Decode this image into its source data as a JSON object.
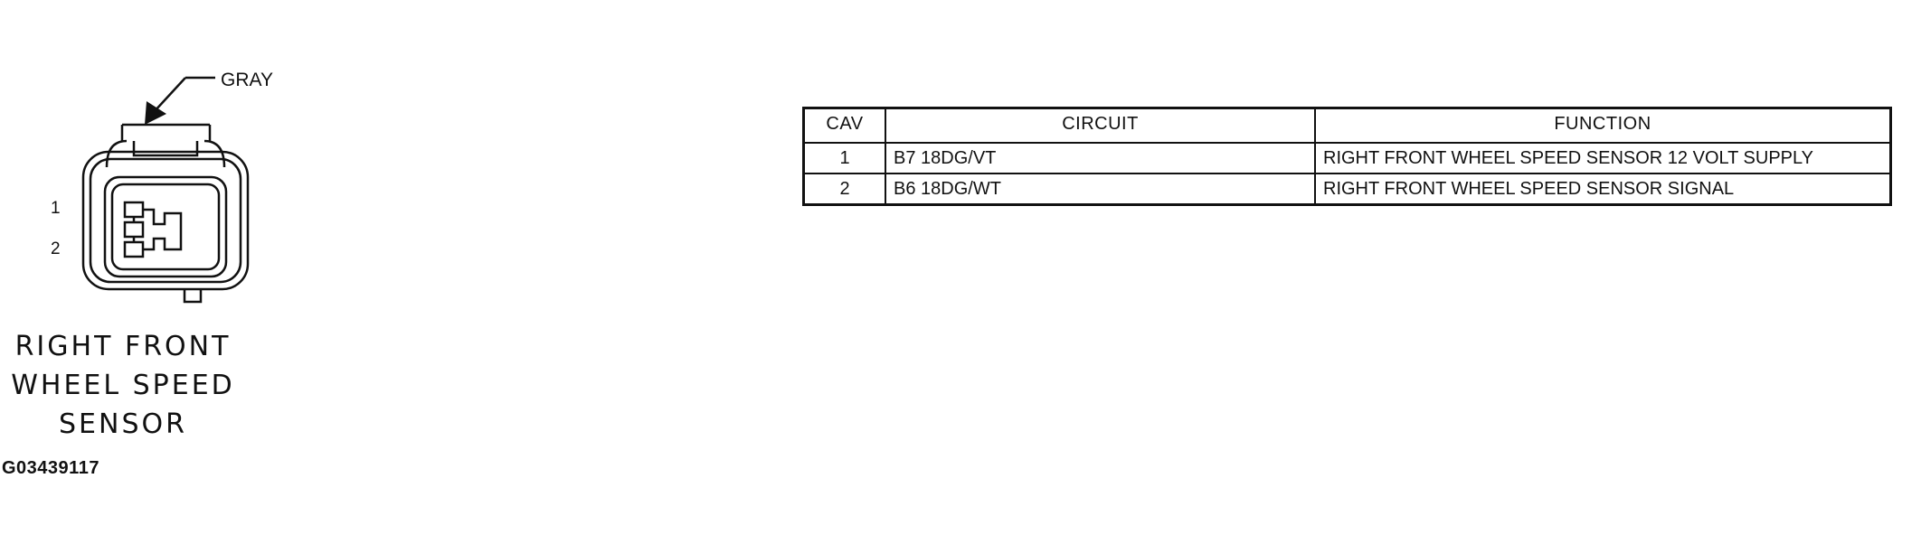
{
  "connector": {
    "color_label": "GRAY",
    "pin_labels": [
      "1",
      "2"
    ],
    "title_lines": [
      "RIGHT FRONT",
      "WHEEL SPEED",
      "SENSOR"
    ],
    "figure_code": "G03439117"
  },
  "table": {
    "headers": [
      "CAV",
      "CIRCUIT",
      "FUNCTION"
    ],
    "rows": [
      {
        "cav": "1",
        "circuit": "B7 18DG/VT",
        "function": "RIGHT FRONT WHEEL SPEED SENSOR 12 VOLT SUPPLY"
      },
      {
        "cav": "2",
        "circuit": "B6 18DG/WT",
        "function": "RIGHT FRONT WHEEL SPEED SENSOR SIGNAL"
      }
    ]
  },
  "colors": {
    "ink": "#111111",
    "background": "#ffffff"
  }
}
